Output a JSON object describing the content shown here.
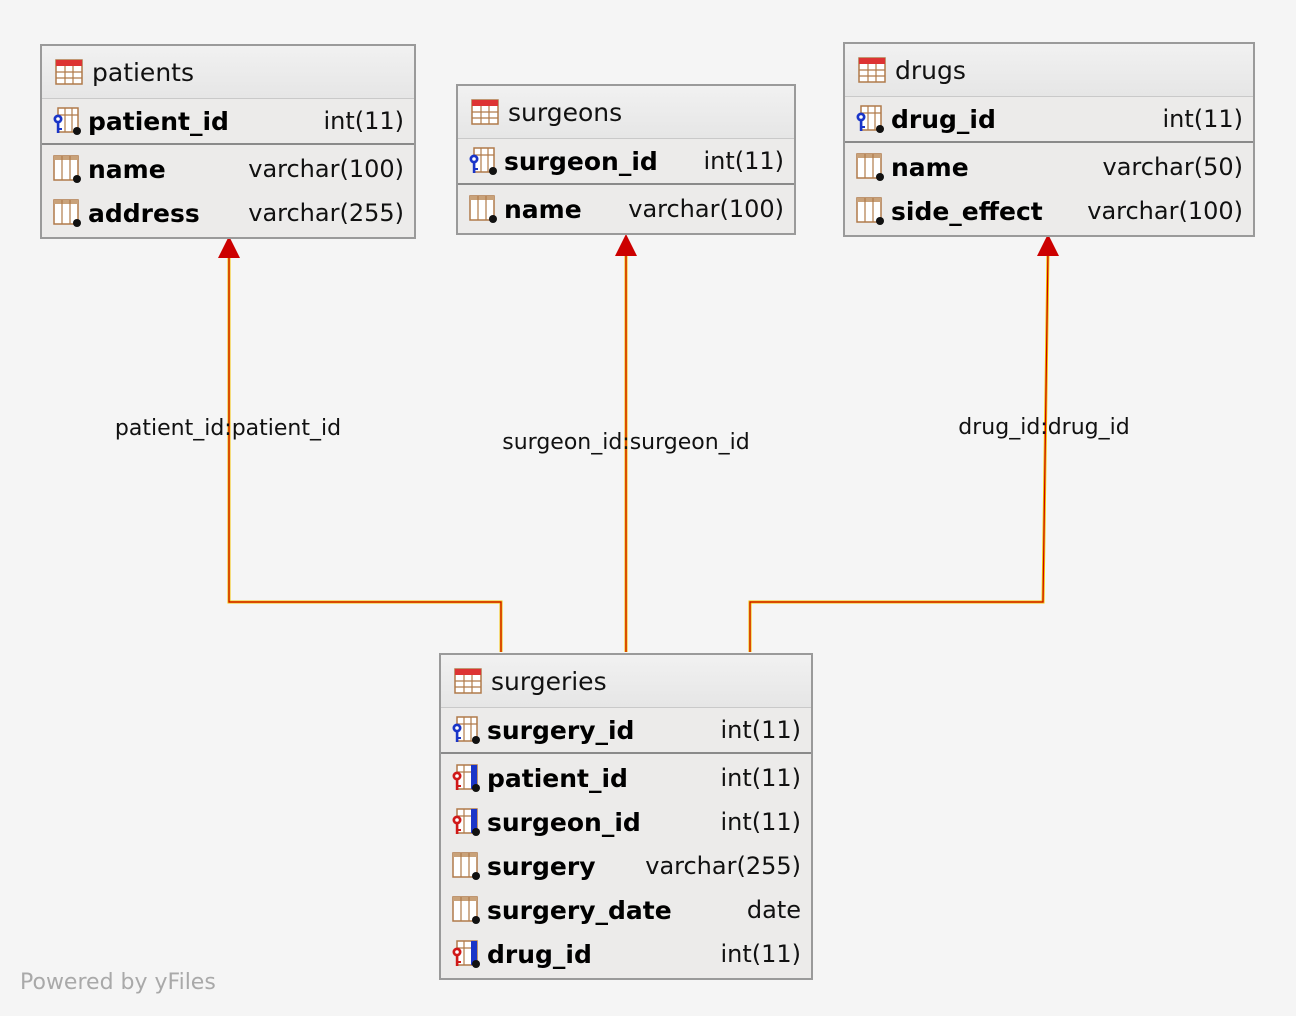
{
  "tables": {
    "patients": {
      "title": "patients",
      "pk": {
        "name": "patient_id",
        "type": "int(11)"
      },
      "cols": [
        {
          "name": "name",
          "type": "varchar(100)"
        },
        {
          "name": "address",
          "type": "varchar(255)"
        }
      ]
    },
    "surgeons": {
      "title": "surgeons",
      "pk": {
        "name": "surgeon_id",
        "type": "int(11)"
      },
      "cols": [
        {
          "name": "name",
          "type": "varchar(100)"
        }
      ]
    },
    "drugs": {
      "title": "drugs",
      "pk": {
        "name": "drug_id",
        "type": "int(11)"
      },
      "cols": [
        {
          "name": "name",
          "type": "varchar(50)"
        },
        {
          "name": "side_effect",
          "type": "varchar(100)"
        }
      ]
    },
    "surgeries": {
      "title": "surgeries",
      "pk": {
        "name": "surgery_id",
        "type": "int(11)"
      },
      "cols": [
        {
          "name": "patient_id",
          "type": "int(11)"
        },
        {
          "name": "surgeon_id",
          "type": "int(11)"
        },
        {
          "name": "surgery",
          "type": "varchar(255)"
        },
        {
          "name": "surgery_date",
          "type": "date"
        },
        {
          "name": "drug_id",
          "type": "int(11)"
        }
      ]
    }
  },
  "relations": [
    {
      "label": "patient_id:patient_id"
    },
    {
      "label": "surgeon_id:surgeon_id"
    },
    {
      "label": "drug_id:drug_id"
    }
  ],
  "watermark": "Powered by yFiles",
  "colors": {
    "edge": "#cc0000",
    "edge_highlight": "#f2c200",
    "pk_key": "#1a35c8",
    "fk_key": "#d01818",
    "table_header_icon": "#d03030",
    "column_icon": "#b08050"
  },
  "icons": {
    "table": "table-icon",
    "pk": "primary-key-column-icon",
    "fk": "foreign-key-column-icon",
    "col": "column-icon"
  }
}
